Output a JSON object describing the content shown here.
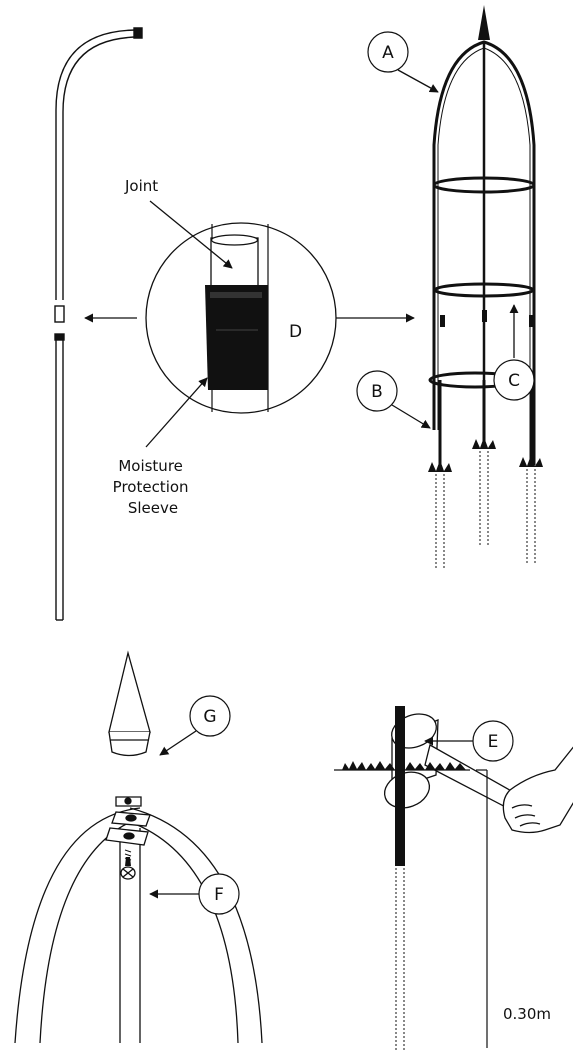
{
  "labels": {
    "joint": "Joint",
    "sleeve_line1": "Moisture",
    "sleeve_line2": "Protection",
    "sleeve_line3": "Sleeve",
    "depth": "0.30m"
  },
  "callouts": {
    "a": "A",
    "b": "B",
    "c": "C",
    "d": "D",
    "e": "E",
    "f": "F",
    "g": "G"
  },
  "colors": {
    "ink": "#111111",
    "background": "#ffffff"
  }
}
